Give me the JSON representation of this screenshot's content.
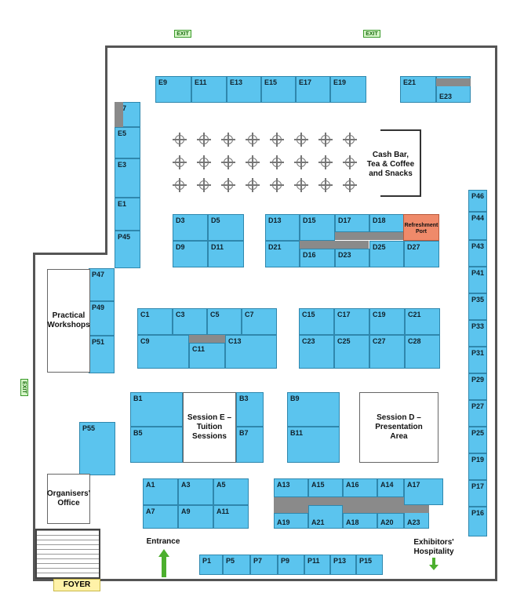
{
  "booths": [
    {
      "id": "E9"
    },
    {
      "id": "E11"
    },
    {
      "id": "E13"
    },
    {
      "id": "E15"
    },
    {
      "id": "E17"
    },
    {
      "id": "E19"
    },
    {
      "id": "E21"
    },
    {
      "id": "E23"
    },
    {
      "id": "E7"
    },
    {
      "id": "E5"
    },
    {
      "id": "E3"
    },
    {
      "id": "E1"
    },
    {
      "id": "P45"
    },
    {
      "id": "P47"
    },
    {
      "id": "P49"
    },
    {
      "id": "P51"
    },
    {
      "id": "P55"
    },
    {
      "id": "D3"
    },
    {
      "id": "D5"
    },
    {
      "id": "D9"
    },
    {
      "id": "D11"
    },
    {
      "id": "D13"
    },
    {
      "id": "D15"
    },
    {
      "id": "D17"
    },
    {
      "id": "D18"
    },
    {
      "id": "D21"
    },
    {
      "id": "D16"
    },
    {
      "id": "D23"
    },
    {
      "id": "D25"
    },
    {
      "id": "D27"
    },
    {
      "id": "C1"
    },
    {
      "id": "C3"
    },
    {
      "id": "C5"
    },
    {
      "id": "C7"
    },
    {
      "id": "C9"
    },
    {
      "id": "C11"
    },
    {
      "id": "C13"
    },
    {
      "id": "C15"
    },
    {
      "id": "C17"
    },
    {
      "id": "C19"
    },
    {
      "id": "C21"
    },
    {
      "id": "C23"
    },
    {
      "id": "C25"
    },
    {
      "id": "C27"
    },
    {
      "id": "C28"
    },
    {
      "id": "B1"
    },
    {
      "id": "B5"
    },
    {
      "id": "B3"
    },
    {
      "id": "B7"
    },
    {
      "id": "B9"
    },
    {
      "id": "B11"
    },
    {
      "id": "A1"
    },
    {
      "id": "A3"
    },
    {
      "id": "A5"
    },
    {
      "id": "A7"
    },
    {
      "id": "A9"
    },
    {
      "id": "A11"
    },
    {
      "id": "A13"
    },
    {
      "id": "A15"
    },
    {
      "id": "A16"
    },
    {
      "id": "A14"
    },
    {
      "id": "A17"
    },
    {
      "id": "A19"
    },
    {
      "id": "A21"
    },
    {
      "id": "A18"
    },
    {
      "id": "A20"
    },
    {
      "id": "A23"
    },
    {
      "id": "P1"
    },
    {
      "id": "P5"
    },
    {
      "id": "P7"
    },
    {
      "id": "P9"
    },
    {
      "id": "P11"
    },
    {
      "id": "P13"
    },
    {
      "id": "P15"
    },
    {
      "id": "P46"
    },
    {
      "id": "P44"
    },
    {
      "id": "P43"
    },
    {
      "id": "P41"
    },
    {
      "id": "P35"
    },
    {
      "id": "P33"
    },
    {
      "id": "P31"
    },
    {
      "id": "P29"
    },
    {
      "id": "P27"
    },
    {
      "id": "P25"
    },
    {
      "id": "P19"
    },
    {
      "id": "P17"
    },
    {
      "id": "P16"
    }
  ],
  "areas": {
    "cash_bar": "Cash Bar,\nTea & Coffee\nand Snacks",
    "refreshment": "Refreshment\nPort",
    "practical": "Practical\nWorkshops",
    "session_e": "Session E –\nTuition\nSessions",
    "session_d": "Session D –\nPresentation\nArea",
    "organisers": "Organisers'\nOffice",
    "entrance": "Entrance",
    "exhibitors": "Exhibitors'\nHospitality",
    "foyer": "FOYER",
    "exit": "EXIT"
  },
  "colors": {
    "booth": "#5bc4ee",
    "reserved": "#8a8a8a",
    "refreshment": "#ef8a6a",
    "foyer": "#fff2a8",
    "exit": "#3a9a2a",
    "arrow": "#4caf2e"
  }
}
